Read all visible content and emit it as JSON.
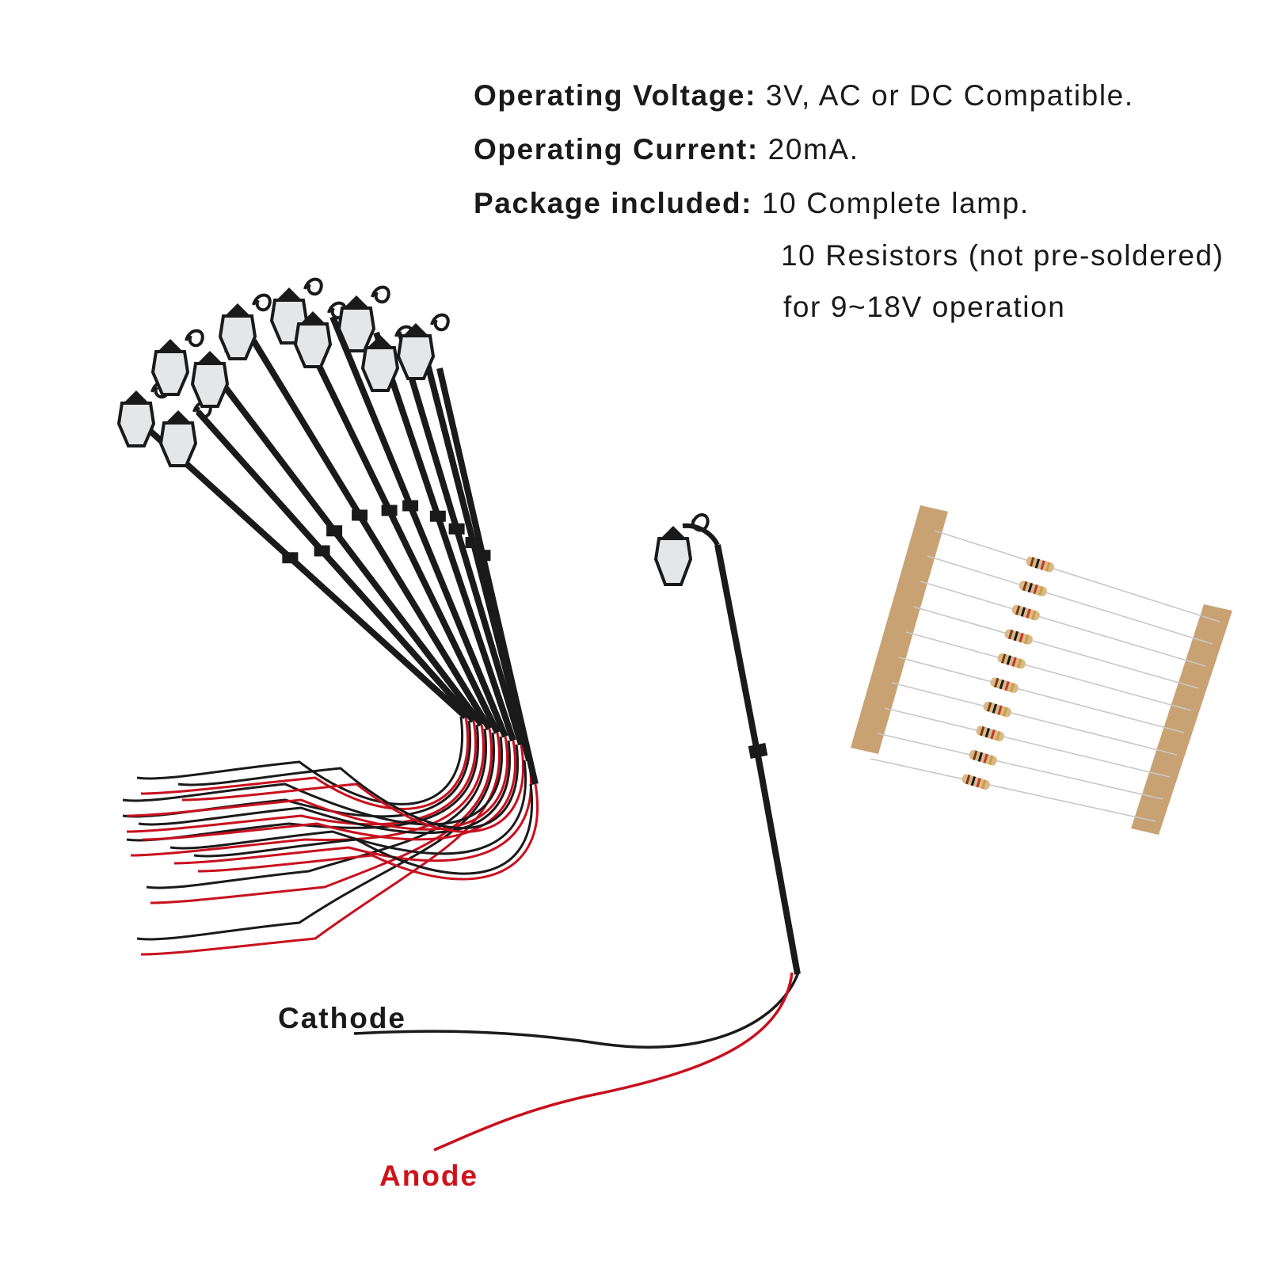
{
  "specs": [
    {
      "label": "Operating Voltage:",
      "value": "3V, AC or DC Compatible."
    },
    {
      "label": "Operating Current:",
      "value": "20mA."
    },
    {
      "label": "Package included:",
      "value": "10 Complete lamp."
    }
  ],
  "package_continuation": [
    "10 Resistors (not pre-soldered)",
    "for 9~18V operation"
  ],
  "wire_labels": {
    "cathode": "Cathode",
    "anode": "Anode"
  },
  "colors": {
    "text": "#1a1a1a",
    "anode": "#d0121b",
    "cathode": "#1a1a1a",
    "wire_red": "#c8101e",
    "wire_black": "#1a1a1a",
    "tape": "#c9a274"
  },
  "photo": {
    "lamp_count": 10,
    "resistor_count": 10
  }
}
